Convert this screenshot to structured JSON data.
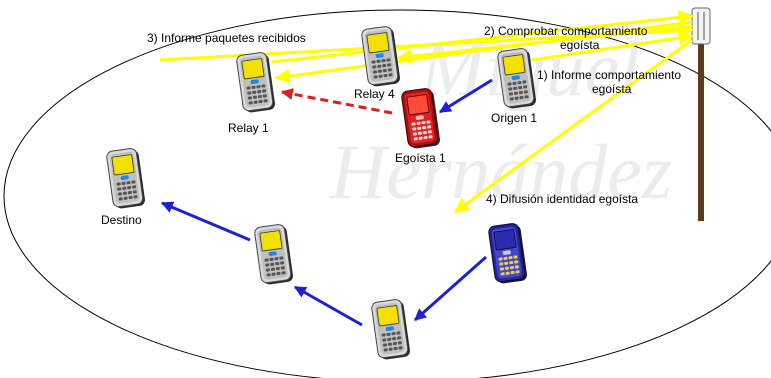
{
  "labels": {
    "step1_line1": "1) Informe comportamiento",
    "step1_line2": "egoísta",
    "step2_line1": "2) Comprobar comportamiento",
    "step2_line2": "egoísta",
    "step3": "3) Informe paquetes recibidos",
    "step4": "4) Difusión identidad egoísta"
  },
  "nodes": {
    "relay1": "Relay 1",
    "relay4": "Relay 4",
    "origen1": "Origen 1",
    "egoista1": "Egoísta 1",
    "destino": "Destino"
  },
  "watermark": {
    "line1": "Miguel",
    "line2": "Hernández"
  },
  "colors": {
    "report_arrow": "#ffff00",
    "data_arrow": "#1f1fd6",
    "dropped_arrow": "#e21b1b",
    "phone_screen": "#f2e000",
    "selfish_phone": "#d41212",
    "source_phone": "#2a2ab8",
    "tower_pole": "#5a3b1c"
  }
}
